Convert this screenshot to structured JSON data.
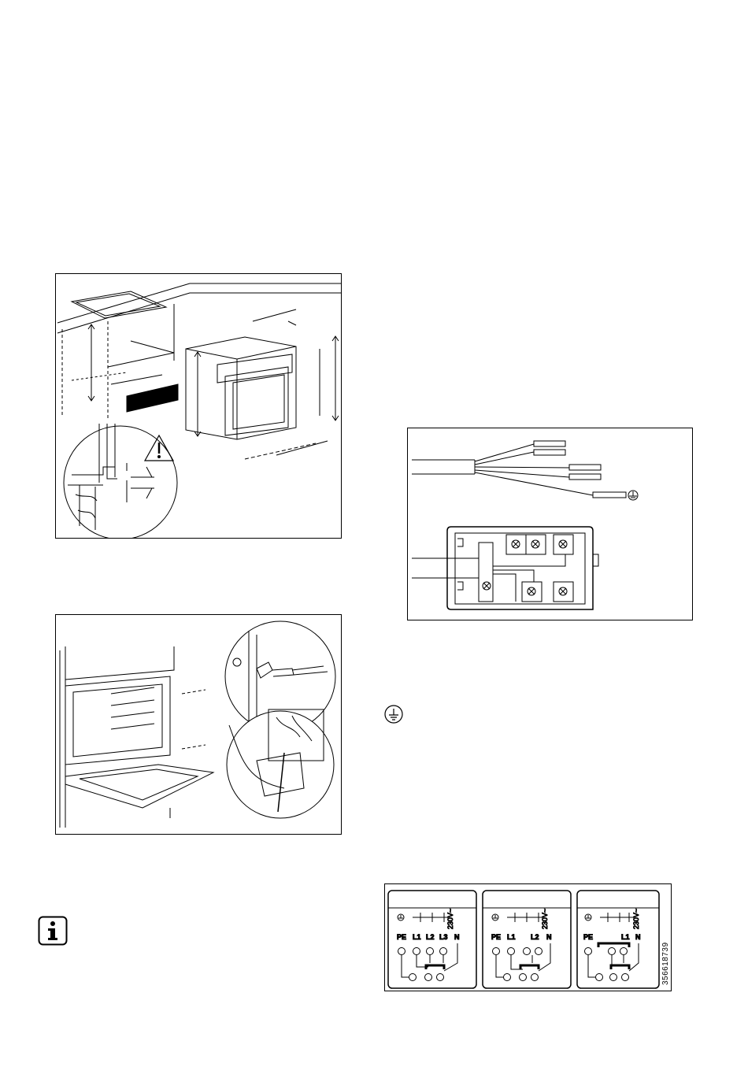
{
  "wiring": {
    "panels": [
      {
        "labels": [
          "PE",
          "L1",
          "L2",
          "L3",
          "N"
        ]
      },
      {
        "labels": [
          "PE",
          "L1",
          "L2",
          "N"
        ]
      },
      {
        "labels": [
          "PE",
          "L1",
          "N"
        ]
      }
    ],
    "volt_label": "230V~",
    "ref_code": "356618739"
  },
  "icons": {
    "warning": "warning-triangle-icon",
    "earth": "earth-ground-icon",
    "info": "info-icon"
  }
}
